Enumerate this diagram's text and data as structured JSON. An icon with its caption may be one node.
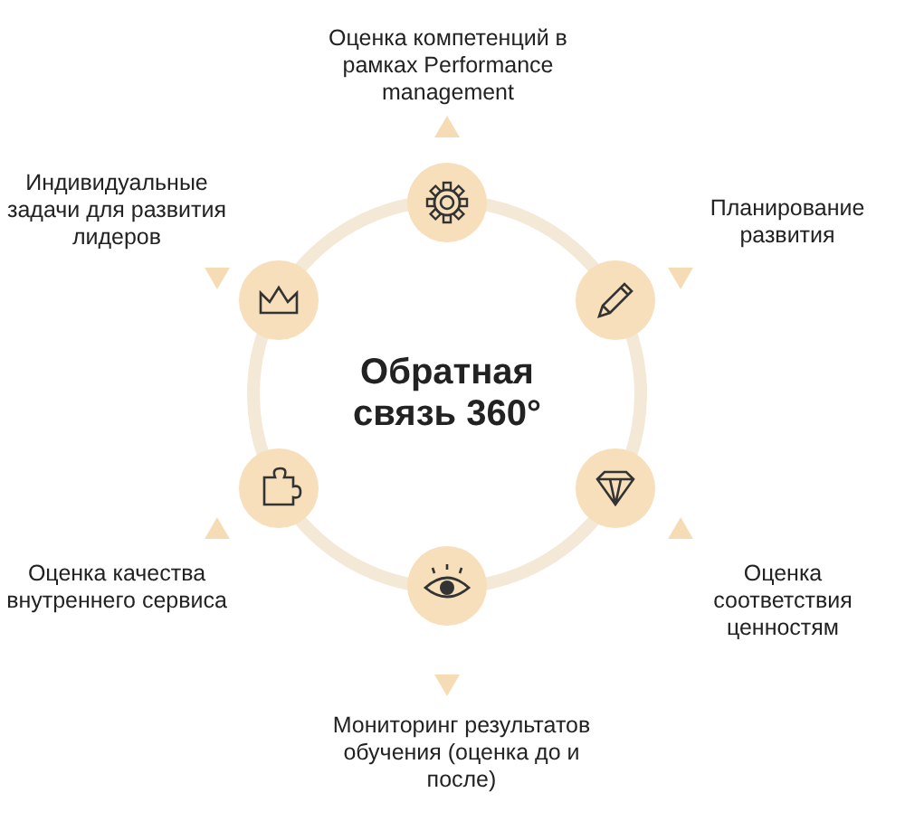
{
  "diagram": {
    "nodes": [
      {
        "text": [
          "Обратная связь 360°"
        ]
      },
      {
        "text": [
          "Оценка компетенций в рамках Performance management"
        ]
      },
      {
        "text": [
          "Планирование развития"
        ]
      },
      {
        "text": [
          "Оценка соответствия ценностям"
        ]
      },
      {
        "text": [
          "Мониторинг результатов обучения (оценка до и после)"
        ]
      },
      {
        "text": [
          "Оценка качества внутреннего сервиса"
        ]
      },
      {
        "text": [
          "Индивидуальные задачи для развития лидеров"
        ]
      }
    ],
    "edges": []
  }
}
